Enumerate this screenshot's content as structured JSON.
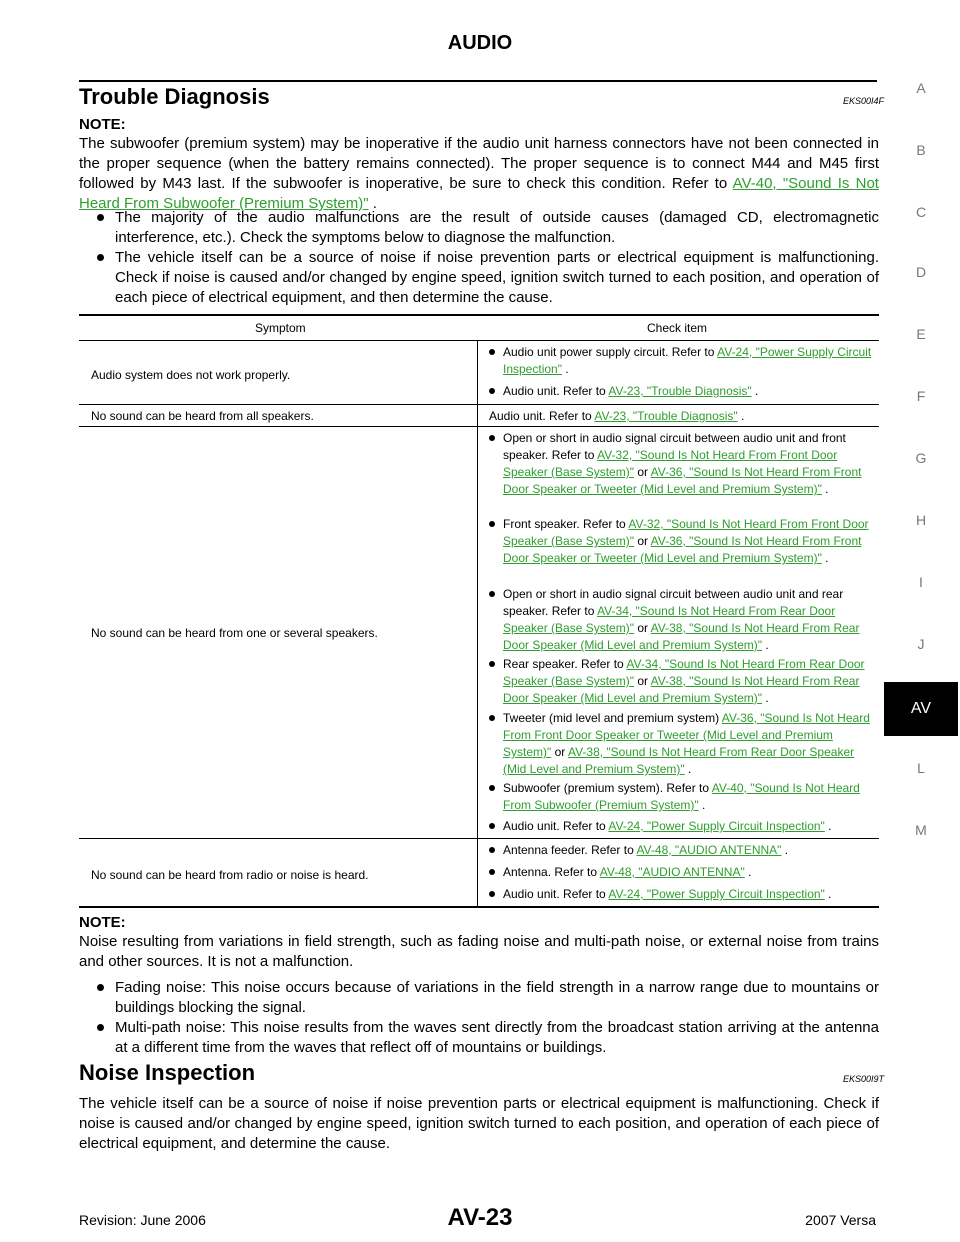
{
  "header": {
    "title": "AUDIO"
  },
  "side_index": {
    "letters": [
      "A",
      "B",
      "C",
      "D",
      "E",
      "F",
      "G",
      "H",
      "I",
      "J",
      "AV",
      "L",
      "M"
    ],
    "active": "AV"
  },
  "section1": {
    "title": "Trouble Diagnosis",
    "code": "EKS00I4F",
    "note_label": "NOTE:",
    "note_text": "The subwoofer (premium system) may be inoperative if the audio unit harness connectors have not been connected in the proper sequence (when the battery remains connected). The proper sequence is to connect M44 and M45 first followed by M43 last. If the subwoofer is inoperative, be sure to check this condition. Refer to ",
    "note_link": "AV-40, \"Sound Is Not Heard From Subwoofer (Premium System)\"",
    "note_end": " .",
    "bullets": [
      "The majority of the audio malfunctions are the result of outside causes (damaged CD, electromagnetic interference, etc.). Check the symptoms below to diagnose the malfunction.",
      "The vehicle itself can be a source of noise if noise prevention parts or electrical equipment is malfunctioning. Check if noise is caused and/or changed by engine speed, ignition switch turned to each position, and operation of each piece of electrical equipment, and then determine the cause."
    ]
  },
  "table": {
    "headers": [
      "Symptom",
      "Check item"
    ],
    "rows": [
      {
        "symptom": "Audio system does not work properly.",
        "items": [
          {
            "pre": "Audio unit power supply circuit. Refer to ",
            "link": "AV-24, \"Power Supply Circuit Inspection\"",
            "post": " ."
          },
          {
            "pre": "Audio unit. Refer to ",
            "link": "AV-23, \"Trouble Diagnosis\"",
            "post": " ."
          }
        ]
      },
      {
        "symptom": "No sound can be heard from all speakers.",
        "items": [
          {
            "pre": "Audio unit. Refer to ",
            "link": "AV-23, \"Trouble Diagnosis\"",
            "post": " ."
          }
        ]
      },
      {
        "symptom": "No sound can be heard from one or several speakers.",
        "items": [
          {
            "pre": "Open or short in audio signal circuit between audio unit and front speaker. Refer to ",
            "link": "AV-32, \"Sound Is Not Heard From Front Door Speaker (Base System)\"",
            "mid": "  or ",
            "link2": "AV-36, \"Sound Is Not Heard From Front Door Speaker or Tweeter (Mid Level and Premium System)\"",
            "post": " ."
          },
          {
            "pre": "Front speaker. Refer to ",
            "link": "AV-32, \"Sound Is Not Heard From Front Door Speaker (Base System)\"",
            "mid": "  or ",
            "link2": "AV-36, \"Sound Is Not Heard From Front Door Speaker or Tweeter (Mid Level and Premium System)\"",
            "post": " ."
          },
          {
            "pre": "Open or short in audio signal circuit between audio unit and rear speaker. Refer to ",
            "link": "AV-34, \"Sound Is Not Heard From Rear Door Speaker (Base System)\"",
            "mid": "  or ",
            "link2": "AV-38, \"Sound Is Not Heard From Rear Door Speaker (Mid Level and Premium System)\"",
            "post": " ."
          },
          {
            "pre": "Rear speaker. Refer to ",
            "link": "AV-34, \"Sound Is Not Heard From Rear Door Speaker (Base System)\"",
            "mid": "  or ",
            "link2": "AV-38, \"Sound Is Not Heard From Rear Door Speaker (Mid Level and Premium System)\"",
            "post": " ."
          },
          {
            "pre": "Tweeter (mid level and premium system) ",
            "link": "AV-36, \"Sound Is Not Heard From Front Door Speaker or Tweeter (Mid Level and Premium System)\"",
            "mid": "  or ",
            "link2": "AV-38, \"Sound Is Not Heard From Rear Door Speaker (Mid Level and Premium System)\"",
            "post": " ."
          },
          {
            "pre": "Subwoofer (premium system). Refer to ",
            "link": "AV-40, \"Sound Is Not Heard From Subwoofer (Premium System)\"",
            "post": " ."
          },
          {
            "pre": "Audio unit. Refer to ",
            "link": "AV-24, \"Power Supply Circuit Inspection\"",
            "post": " ."
          }
        ]
      },
      {
        "symptom": "No sound can be heard from radio or noise is heard.",
        "items": [
          {
            "pre": "Antenna feeder. Refer to ",
            "link": "AV-48, \"AUDIO ANTENNA\"",
            "post": " ."
          },
          {
            "pre": "Antenna. Refer to ",
            "link": "AV-48, \"AUDIO ANTENNA\"",
            "post": " ."
          },
          {
            "pre": "Audio unit. Refer to ",
            "link": "AV-24, \"Power Supply Circuit Inspection\"",
            "post": " ."
          }
        ]
      }
    ]
  },
  "note2": {
    "label": "NOTE:",
    "text": "Noise resulting from variations in field strength, such as fading noise and multi-path noise, or external noise from trains and other sources. It is not a malfunction.",
    "bullets": [
      "Fading noise: This noise occurs because of variations in the field strength in a narrow range due to mountains or buildings blocking the signal.",
      "Multi-path noise: This noise results from the waves sent directly from the broadcast station arriving at the antenna at a different time from the waves that reflect off of mountains or buildings."
    ]
  },
  "section2": {
    "title": "Noise Inspection",
    "code": "EKS00I9T",
    "text": "The vehicle itself can be a source of noise if noise prevention parts or electrical equipment is malfunctioning. Check if noise is caused and/or changed by engine speed, ignition switch turned to each position, and operation of each piece of electrical equipment, and determine the cause."
  },
  "footer": {
    "revision": "Revision: June 2006",
    "page": "AV-23",
    "model": "2007 Versa"
  }
}
